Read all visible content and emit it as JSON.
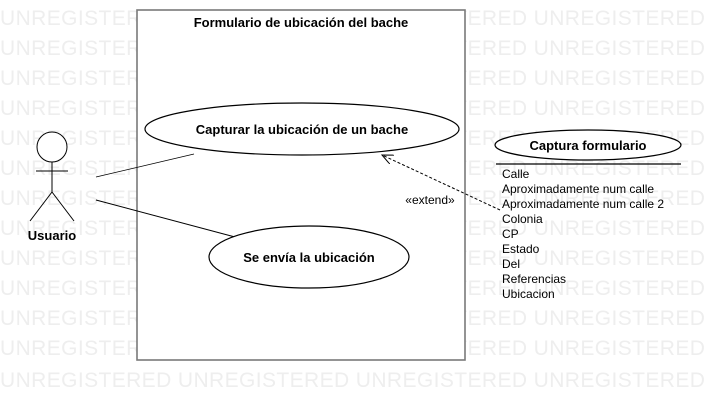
{
  "watermark": {
    "rows": [
      "UNREGISTERED UNREGISTERED UNREGISTERED UNREGISTERED",
      "UNREGISTERED UNREGISTERED UNREGISTERED UNREGISTERED",
      "UNREGISTERED UNREGISTERED UNREGISTERED UNREGISTERED",
      "UNREGISTERED UNREGISTERED UNREGISTERED UNREGISTERED",
      "UNREGISTERED UNREGISTERED UNREGISTERED UNREGISTERED",
      "UNREGISTERED UNREGISTERED UNREGISTERED UNREGISTERED",
      "UNREGISTERED UNREGISTERED UNREGISTERED UNREGISTERED",
      "UNREGISTERED UNREGISTERED UNREGISTERED UNREGISTERED",
      "UNREGISTERED UNREGISTERED UNREGISTERED UNREGISTERED",
      "UNREGISTERED UNREGISTERED UNREGISTERED UNREGISTERED",
      "UNREGISTERED UNREGISTERED UNREGISTERED UNREGISTERED",
      "UNREGISTERED UNREGISTERED UNREGISTERED UNREGISTERED",
      "UNREGISTERED UNREGISTERED UNREGISTERED UNREGISTERED"
    ]
  },
  "system": {
    "title": "Formulario de ubicación del bache"
  },
  "actor": {
    "name": "Usuario"
  },
  "use_cases": [
    {
      "label": "Capturar la ubicación de un bache"
    },
    {
      "label": "Se envía la ubicación"
    }
  ],
  "relationship": {
    "stereotype": "«extend»"
  },
  "form_class": {
    "title": "Captura formulario",
    "fields": [
      "Calle",
      "Aproximadamente num calle",
      "Aproximadamente num calle 2",
      "Colonia",
      "CP",
      "Estado",
      "Del",
      "Referencias",
      "Ubicacion"
    ]
  },
  "colors": {
    "line": "#000000",
    "system_border": "#7a7a7a",
    "watermark": "#eeeeee",
    "background": "#ffffff"
  }
}
